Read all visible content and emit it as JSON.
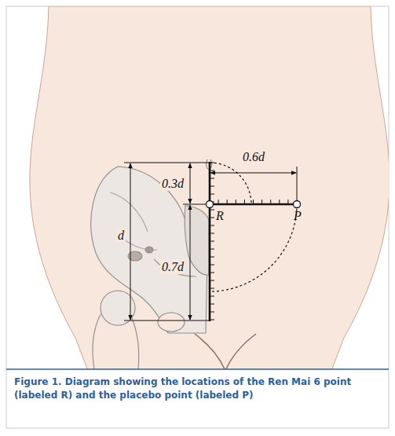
{
  "diagram": {
    "caption": "Figure 1. Diagram showing the locations of the Ren Mai 6 point (labeled R) and the placebo point (labeled P)",
    "labels": [
      "0.6d",
      "0.3d",
      "R",
      "P",
      "d",
      "0.7d"
    ]
  }
}
